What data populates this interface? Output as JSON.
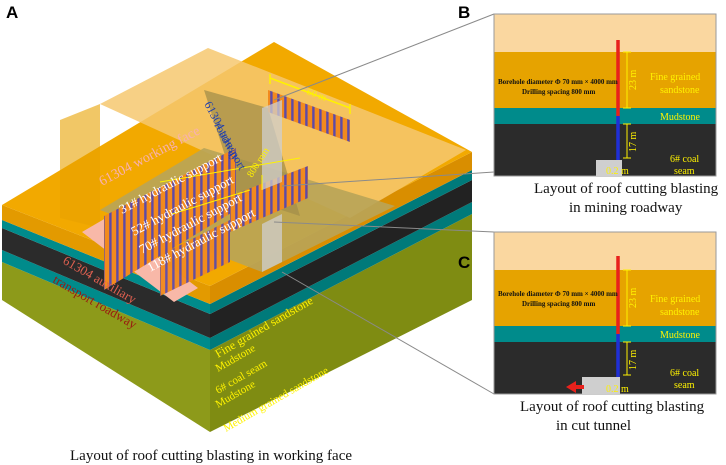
{
  "panels": {
    "a": {
      "letter": "A",
      "caption": "Layout of roof cutting blasting in working face"
    },
    "b": {
      "letter": "B",
      "caption_line1": "Layout of roof cutting blasting",
      "caption_line2": "in mining roadway"
    },
    "c": {
      "letter": "C",
      "caption_line1": "Layout of roof cutting blasting",
      "caption_line2": "in cut tunnel"
    }
  },
  "block_labels": {
    "working_face": "61304 working face",
    "transport_roadway_1": "61304 transport",
    "transport_roadway_2": "roadway",
    "aux_roadway_1": "61304 auxiliary",
    "aux_roadway_2": "transport roadway",
    "support_31": "31# hydraulic support",
    "support_52": "52# hydraulic support",
    "support_70": "70# hydraulic support",
    "support_118": "118# hydraulic support",
    "dim_top": "60 m",
    "dim_spacing": "800 mm"
  },
  "strata": {
    "fine_sandstone": "Fine grained sandstone",
    "mudstone_upper": "Mudstone",
    "coal_seam": "6# coal seam",
    "mudstone_lower": "Mudstone",
    "medium_sandstone": "Medium grained sandstone"
  },
  "section_labels": {
    "borehole": "Borehole diameter Φ 70 mm × 4000 mm",
    "drilling_spacing": "Drilling spacing 800 mm",
    "fine_1": "Fine grained",
    "fine_2": "sandstone",
    "mudstone": "Mudstone",
    "coal_1": "6# coal",
    "coal_2": "seam",
    "dim_23": "23 m",
    "dim_17": "17 m",
    "dim_02": "0.2 m"
  },
  "colors": {
    "fine_sandstone": "#F2A900",
    "top_layer": "#FAD7A0",
    "mudstone": "#008B8B",
    "coal": "#2B2B2B",
    "medium_sandstone": "#8D9A1A",
    "borehole_red": "#E8211C",
    "borehole_blue": "#1F2FD6",
    "annotation_yellow": "#FFF200"
  }
}
